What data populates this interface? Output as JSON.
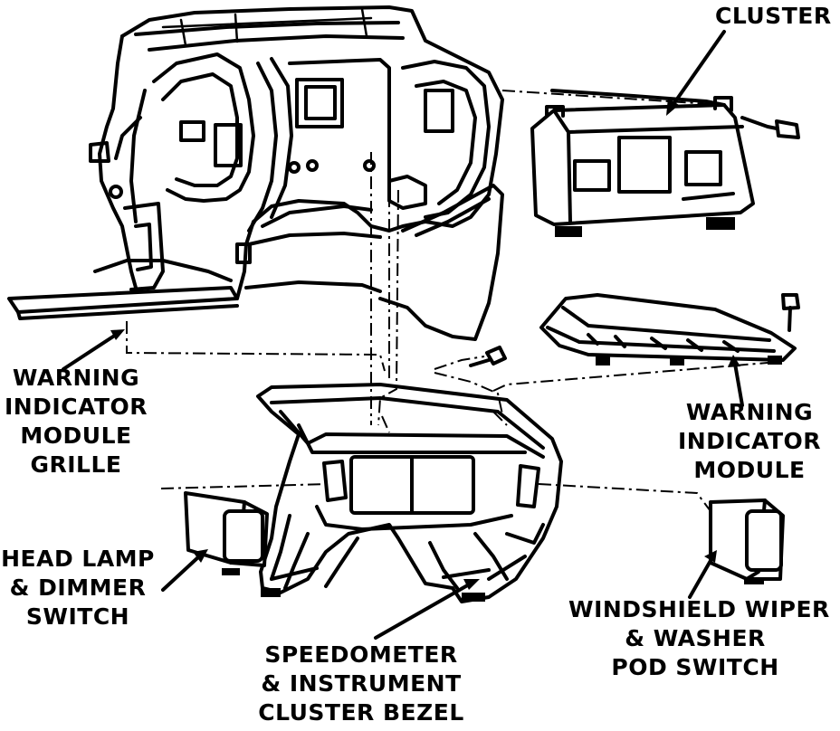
{
  "labels": {
    "cluster": "CLUSTER",
    "warning_grille": [
      "WARNING",
      "INDICATOR",
      "MODULE",
      "GRILLE"
    ],
    "warning_module": [
      "WARNING",
      "INDICATOR",
      "MODULE"
    ],
    "headlamp": [
      "HEAD LAMP",
      "& DIMMER",
      "SWITCH"
    ],
    "wiper": [
      "WINDSHIELD WIPER",
      "& WASHER",
      "POD SWITCH"
    ],
    "bezel": [
      "SPEEDOMETER",
      "& INSTRUMENT",
      "CLUSTER BEZEL"
    ]
  }
}
